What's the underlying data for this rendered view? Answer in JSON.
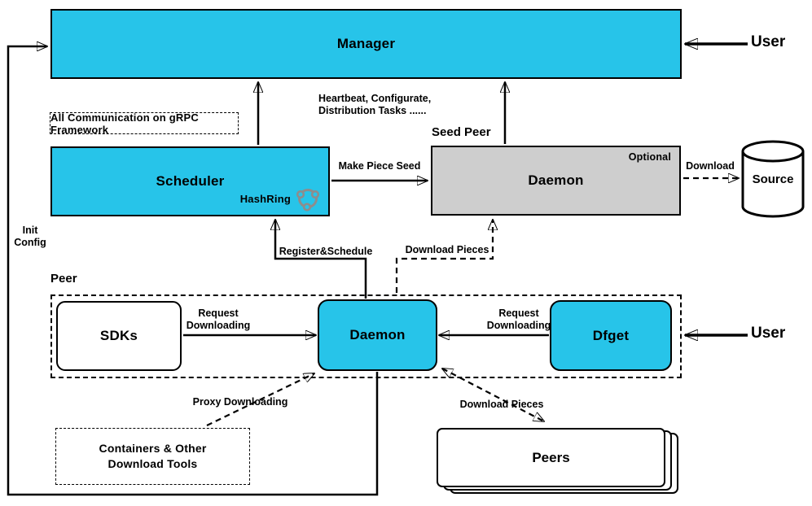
{
  "colors": {
    "accent": "#27c4e9",
    "node_gray": "#cecece"
  },
  "nodes": {
    "manager": {
      "label": "Manager"
    },
    "scheduler": {
      "label": "Scheduler",
      "hashring_label": "HashRing"
    },
    "seed_daemon": {
      "group_label": "Seed Peer",
      "label": "Daemon",
      "note": "Optional"
    },
    "source": {
      "label": "Source"
    },
    "peer_group": {
      "label": "Peer"
    },
    "sdks": {
      "label": "SDKs"
    },
    "peer_daemon": {
      "label": "Daemon"
    },
    "dfget": {
      "label": "Dfget"
    },
    "containers": {
      "label_line1": "Containers & Other",
      "label_line2": "Download Tools"
    },
    "peers": {
      "label": "Peers"
    }
  },
  "edges": {
    "grpc_note": "All Communication on gRPC Framework",
    "heartbeat_line1": "Heartbeat, Configurate,",
    "heartbeat_line2": "Distribution Tasks ......",
    "make_piece_seed": "Make Piece Seed",
    "register_schedule": "Register&Schedule",
    "download_pieces_upper": "Download Pieces",
    "download_pieces_lower": "Download Pieces",
    "download_source": "Download",
    "request_line1": "Request",
    "request_line2": "Downloading",
    "proxy_downloading": "Proxy Downloading",
    "init_line1": "Init",
    "init_line2": "Config",
    "user_top": "User",
    "user_bottom": "User"
  }
}
